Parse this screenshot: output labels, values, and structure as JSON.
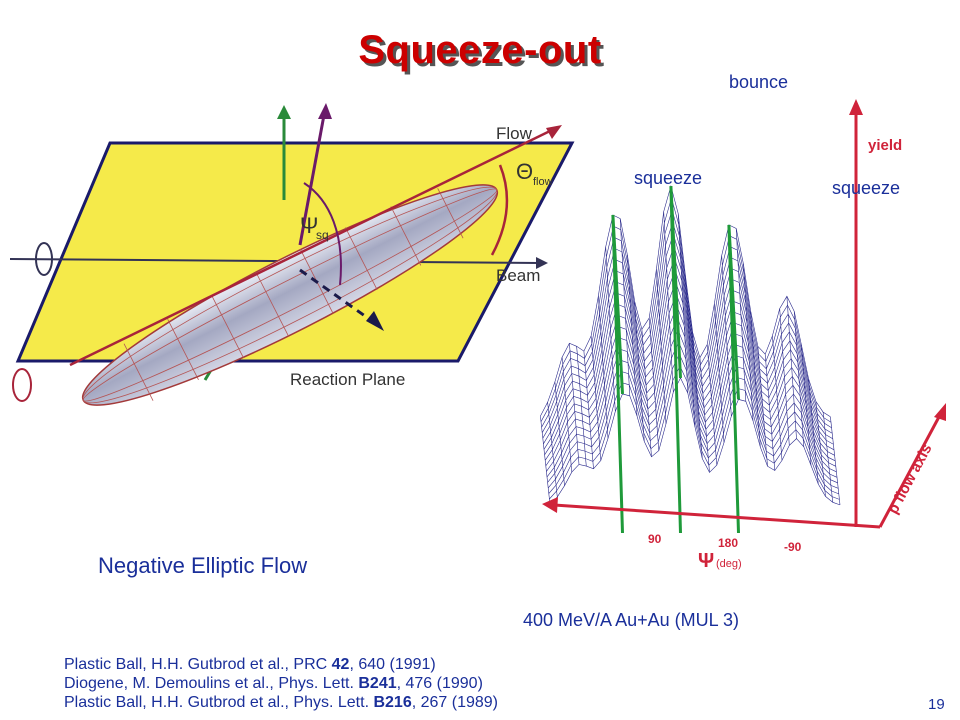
{
  "title": "Squeeze-out",
  "left_figure": {
    "labels": {
      "flow": "Flow",
      "theta": "Θ",
      "theta_sub": "flow",
      "psi": "Ψ",
      "psi_sub": "sq",
      "beam": "Beam",
      "plane": "Reaction Plane"
    }
  },
  "right_figure": {
    "annotations": {
      "bounce": "bounce",
      "squeeze_left": "squeeze",
      "squeeze_right": "squeeze"
    },
    "axes": {
      "yield": "yield",
      "p_flow": "p flow axis",
      "psi_symbol": "Ψ",
      "psi_unit": "(deg)",
      "ticks": [
        "90",
        "180",
        "-90"
      ]
    }
  },
  "captions": {
    "negative_flow": "Negative Elliptic Flow",
    "reaction": "400 MeV/A Au+Au (MUL 3)"
  },
  "references": [
    {
      "pre": "Plastic Ball, H.H. Gutbrod et al., PRC ",
      "bold": "42",
      "post": ", 640 (1991)"
    },
    {
      "pre": "Diogene, M. Demoulins et al., Phys. Lett. ",
      "bold": "B241",
      "post": ", 476 (1990)"
    },
    {
      "pre": "Plastic Ball, H.H. Gutbrod et al., Phys. Lett. ",
      "bold": "B216",
      "post": ", 267 (1989)"
    }
  ],
  "page_number": "19",
  "colors": {
    "title": "#cc0000",
    "text_blue": "#1a2f9a",
    "plane_yellow": "#f5ea4a",
    "mesh_blue": "#2a2a8c",
    "ridge_green": "#1f9a3a",
    "arrow_red": "#d0233a",
    "arrow_purple": "#6a1a6a",
    "arrow_green": "#2a8a3a"
  }
}
